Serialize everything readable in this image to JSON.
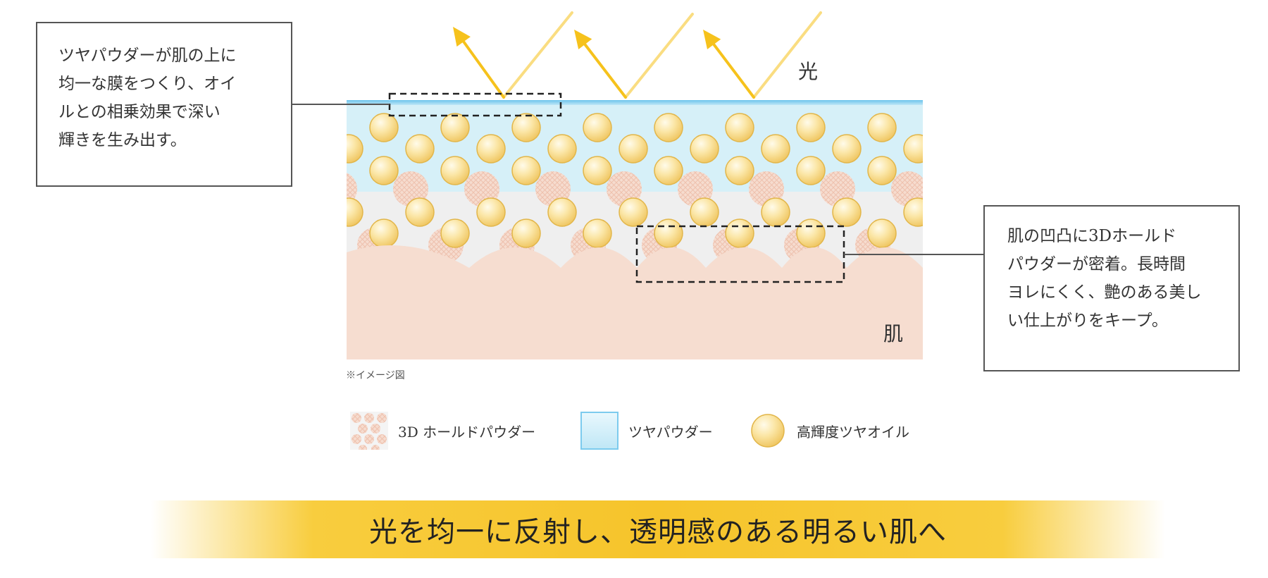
{
  "callouts": {
    "left": {
      "lines": [
        "ツヤパウダーが肌の上に",
        "均一な膜をつくり、オイ",
        "ルとの相乗効果で深い",
        "輝きを生み出す。"
      ]
    },
    "right": {
      "lines": [
        "肌の凹凸に3Dホールド",
        "パウダーが密着。長時間",
        "ヨレにくく、艶のある美し",
        "い仕上がりをキープ。"
      ]
    }
  },
  "labels": {
    "light": "光",
    "skin": "肌"
  },
  "note": "※イメージ図",
  "legend": {
    "hold_powder": "3D ホールドパウダー",
    "tsuya_powder": "ツヤパウダー",
    "oil": "高輝度ツヤオイル"
  },
  "banner": "光を均一に反射し、透明感のある明るい肌へ",
  "colors": {
    "tsuya_layer": "#d6f0f8",
    "tsuya_surface": "#6cc4ec",
    "hold_layer": "#efefef",
    "hold_powder": "#f6dccf",
    "oil_light": "#fffbea",
    "oil_dark": "#f0c95a",
    "skin": "#f6ddd0",
    "light_ray": "#f6c21c",
    "banner": "#f6c42b"
  }
}
